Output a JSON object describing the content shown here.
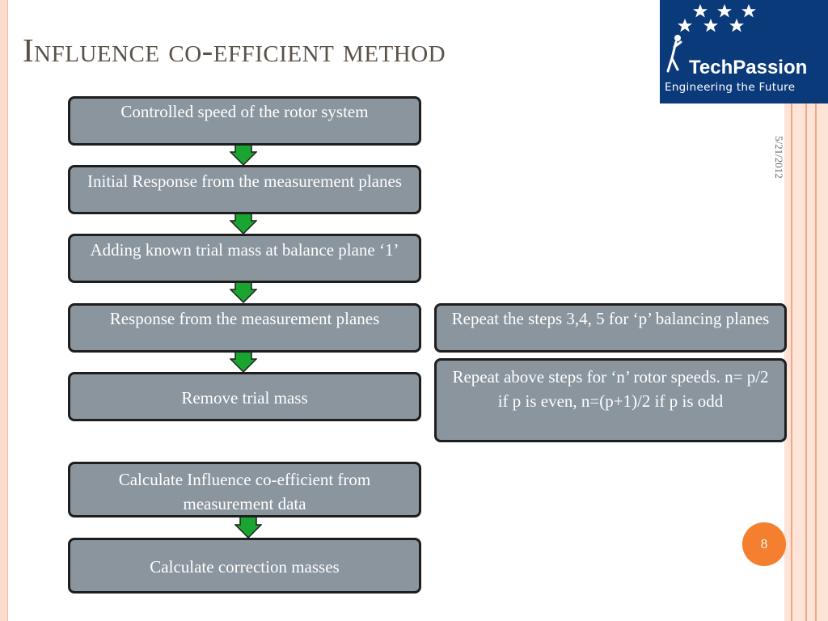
{
  "slide": {
    "title": "Influence co-efficient method",
    "date": "5/21/2012",
    "page_number": "8"
  },
  "logo": {
    "name": "TechPassion",
    "tagline": "Engineering the Future"
  },
  "flow": {
    "steps": [
      "Controlled speed of the rotor system",
      "Initial Response from the measurement planes",
      "Adding known trial mass at balance plane ‘1’",
      "Response from the measurement planes",
      "Remove trial mass",
      "Calculate Influence co-efficient from measurement data",
      "Calculate correction masses"
    ],
    "side_notes": [
      "Repeat the steps 3,4, 5 for ‘p’ balancing planes",
      "Repeat above steps for ‘n’ rotor speeds. n= p/2 if p is even, n=(p+1)/2 if p is odd"
    ]
  },
  "colors": {
    "box_fill": "#8a959e",
    "arrow_green": "#1aa531",
    "badge_orange": "#f47f2e",
    "logo_blue": "#0b3a7a"
  }
}
